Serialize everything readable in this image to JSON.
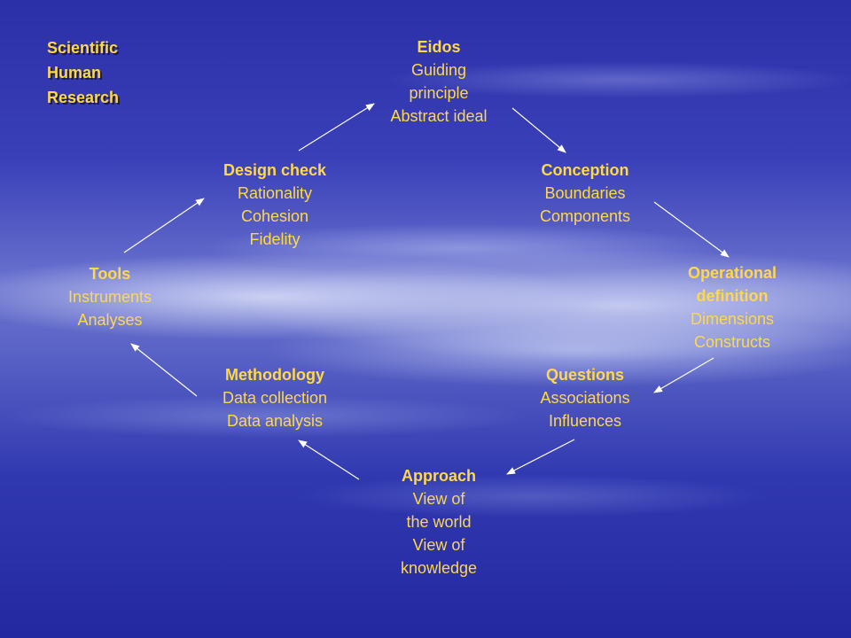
{
  "corner_title": [
    "Scientific",
    "Human",
    "Research"
  ],
  "nodes": {
    "eidos": {
      "head": [
        "Eidos"
      ],
      "lines": [
        "Guiding",
        "principle",
        "Abstract ideal"
      ]
    },
    "conception": {
      "head": [
        "Conception"
      ],
      "lines": [
        "Boundaries",
        "Components"
      ]
    },
    "operational": {
      "head": [
        "Operational",
        "definition"
      ],
      "lines": [
        "Dimensions",
        "Constructs"
      ]
    },
    "questions": {
      "head": [
        "Questions"
      ],
      "lines": [
        "Associations",
        "Influences"
      ]
    },
    "approach": {
      "head": [
        "Approach"
      ],
      "lines": [
        "View of",
        "the world",
        "View of",
        "knowledge"
      ]
    },
    "methodology": {
      "head": [
        "Methodology"
      ],
      "lines": [
        "Data collection",
        "Data analysis"
      ]
    },
    "tools": {
      "head": [
        "Tools"
      ],
      "lines": [
        "Instruments",
        "Analyses"
      ]
    },
    "design_check": {
      "head": [
        "Design check"
      ],
      "lines": [
        "Rationality",
        "Cohesion",
        "Fidelity"
      ]
    }
  },
  "colors": {
    "text": "#ffd84a",
    "arrow": "#ffffff"
  }
}
